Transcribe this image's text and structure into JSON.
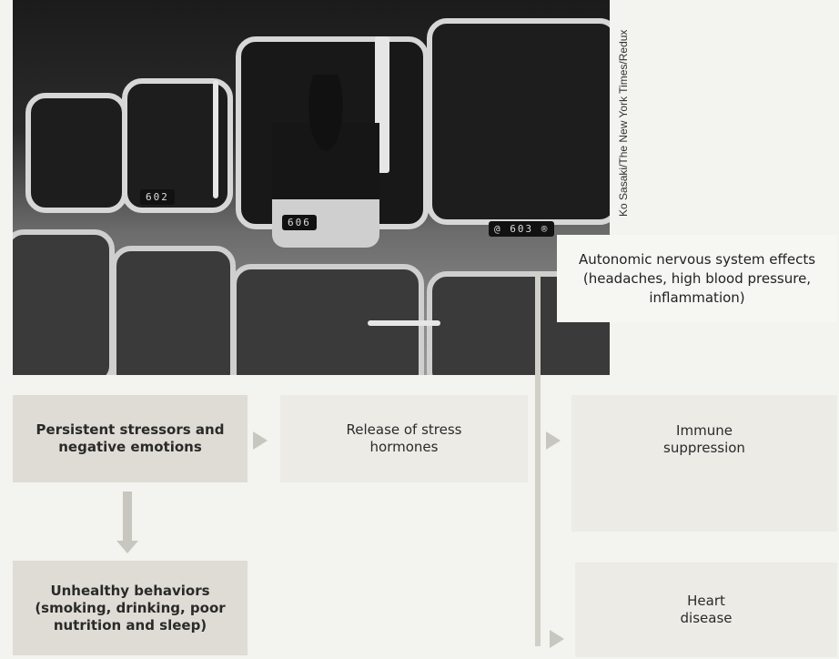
{
  "photo": {
    "credit": "Ko Sasaki/The New York Times/Redux",
    "room_label_a": "602",
    "room_label_b": "606",
    "room_label_c": "@ 603 ®"
  },
  "diagram": {
    "stressors": "Persistent stressors and negative emotions",
    "hormones": "Release of stress hormones",
    "immune": "Immune suppression",
    "autonomic": "Autonomic nervous system effects (headaches, high blood pressure, inflammation)",
    "unhealthy": "Unhealthy behaviors (smoking, drinking, poor nutrition and sleep)",
    "heart": "Heart disease"
  }
}
